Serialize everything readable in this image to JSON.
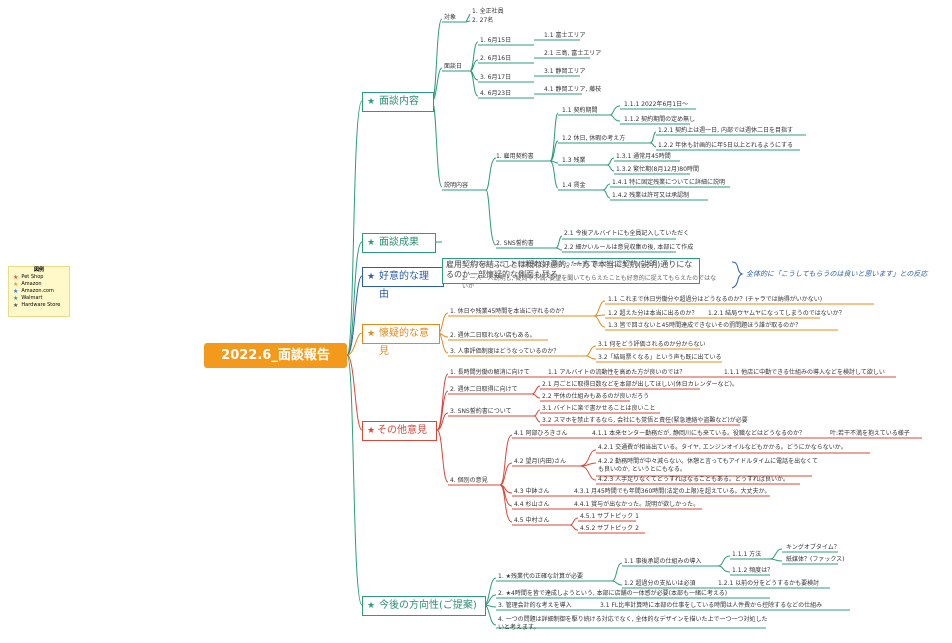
{
  "root": "2022.6_面談報告",
  "legend": {
    "title": "図例",
    "items": [
      {
        "label": "Pet Shop",
        "color": "#e84a3c"
      },
      {
        "label": "Amazon",
        "color": "#f39a1d"
      },
      {
        "label": "Amazon.com",
        "color": "#2e7fd6"
      },
      {
        "label": "Walmart",
        "color": "#2d9b7c"
      },
      {
        "label": "Hardware Store",
        "color": "#555555"
      }
    ]
  },
  "colors": {
    "green": "#2d9b7c",
    "blue": "#2a5fa8",
    "orange": "#e38b19",
    "red": "#d6493a",
    "root": "#f39a1d"
  },
  "b1": {
    "label": "面談内容",
    "taisho": {
      "label": "対象",
      "items": [
        "1. 全正社員",
        "2. 27名"
      ]
    },
    "mendanbi": {
      "label": "面談日",
      "items": [
        {
          "d": "1. 6月15日",
          "area": "1.1 富士エリア"
        },
        {
          "d": "2. 6月16日",
          "area": "2.1 三島, 富士エリア"
        },
        {
          "d": "3. 6月17日",
          "area": "3.1 静岡エリア"
        },
        {
          "d": "4. 6月23日",
          "area": "4.1 静岡エリア, 藤枝"
        }
      ]
    },
    "setsumei": {
      "label": "説明内容",
      "koyo": "1. 雇用契約書",
      "kikan": "1.1 契約期間",
      "kikan_a": "1.1.1 2022年6月1日～",
      "kikan_b": "1.1.2 契約期間の定め無し",
      "kyujitsu": "1.2 休日, 休暇の考え方",
      "kyujitsu_a": "1.2.1 契約上は週一日, 内部では週休二日を目指す",
      "kyujitsu_b": "1.2.2 年休も計画的に年5日以上とれるようにする",
      "zangyo": "1.3 残業",
      "zangyo_a": "1.3.1 通常月45時間",
      "zangyo_b": "1.3.2 繁忙期(8月12月)80時間",
      "chingin": "1.4 賃金",
      "chingin_a": "1.4.1 特に固定残業についてに詳細に説明",
      "chingin_b": "1.4.2 残業は許可又は承認制",
      "sns": "2. SNS誓約書",
      "sns_a": "2.1 今後アルバイトにも全員記入していただく",
      "sns_b": "2.2 細かいルールは意見収集の後, 本部にて作成"
    }
  },
  "b2": {
    "label": "面談成果",
    "note": "雇用契約を結ぶことは概ね好意的。一方で本当に契約(説明)通りになるのか一部懐疑的な側面も残る。"
  },
  "b3": {
    "label": "好意的な理由",
    "items": [
      "1. これまでこうした約束(契約)も無かったため, 第一歩と捉えてもらえた",
      "2. 一人一人説明し, 疑問や不満, 要望を聞いてもらえたことも好意的に捉えてもらえたのではないか"
    ],
    "summary": "全体的に「こうしてもらうのは良いと思います」との反応"
  },
  "b4": {
    "label": "懐疑的な意見",
    "q1": "1. 休日や残業45時間を本当に守れるのか？",
    "q1a": "1.1 これまで休日労働分や超過分はどうなるのか？(チャラでは納得がいかない)",
    "q1b": "1.2 超えた分は本当に出るのか？",
    "q1b1": "1.2.1 結局ウヤムヤになってしまうのではないか？",
    "q1c": "1.3 皆で回さないと45時間達成できないその罰問題ほう誰が取るのか？",
    "q2": "2. 週休二日取れない店もある。",
    "q3": "3. 人事評価制度はどうなっているのか？",
    "q3a": "3.1 何をどう評価されるのか分からない",
    "q3b": "3.2「結局票くなる」という声も既に出ている"
  },
  "b5": {
    "label": "その他意見",
    "s1": "1. 長時間労働の解消に向けて",
    "s1a": "1.1 アルバイトの流動性を高めた方が良いのでは？",
    "s1a1": "1.1.1 他店に中勤できる仕組みの導入などを検討して欲しい",
    "s2": "2. 週休二日取得に向けて",
    "s2a": "2.1 月ごとに取得日数などを本部が出してほしい(休日カレンダーなど)。",
    "s2b": "2.2 平休の仕組みもあるのが良いだろう",
    "s3": "3. SNS誓約書について",
    "s3a": "3.1 バイトに楽で書かせることは良いこと",
    "s3b": "3.2 スマホを禁止するなら, 会社にも覚悟と責任(緊急連絡や盗難など)が必要",
    "s4": "4. 個別の意見",
    "p1": "4.1 阿部ひろきさん",
    "p1a": "4.1.1 本来センター勤務だが, 静岡川にも来ている。役職などはどうなるのか？",
    "p1b": "叶:若干不満を抱えている様子",
    "p2": "4.2 望月(内田)さん",
    "p2a": "4.2.1 交通費が相当出ている。タイヤ, エンジンオイルなどもかかる。どうにかならないか。",
    "p2b": "4.2.2 勤務時間が中々減らない。休憩と言ってもアイドルタイムに電話を出なくても良いのか, というとにもなる。",
    "p2c": "4.2.3 人手足りなくてどうすればなることもある。どうすれば良いか。",
    "p3": "4.3 中鉢さん",
    "p3a": "4.3.1 月45時間でも年間360時間(法定の上限)を超えている。大丈夫か。",
    "p4": "4.4 杉山さん",
    "p4a": "4.4.1 賞与が出なかった。説明が欲しかった。",
    "p5": "4.5 中村さん",
    "p5a": "4.5.1 サブトピック 1",
    "p5b": "4.5.2 サブトピック 2"
  },
  "b6": {
    "label": "今後の方向性(ご提案)",
    "r1": "1. ★残業代の正確な計算が必要",
    "r1a": "1.1 事後承認の仕組みの導入",
    "r1a1": "1.1.1 方法",
    "r1a1a": "キングオブタイム？",
    "r1a1b": "紙媒体？(ファックス)",
    "r1a2": "1.1.2 頻度は？",
    "r1b": "1.2 超過分の支払いは必須",
    "r1b1": "1.2.1 以前の分をどうするかも要検討",
    "r2": "2. ★4時間を皆で達成しようという, 本部に店舗の一体感が必要(本部も一緒に考える)",
    "r3": "3. 管理会計的な考えを導入",
    "r3a": "3.1 FL比率計算時に本部の仕事をしている時間は人件費から控除するなどの仕組み",
    "r4": "4. 一つの問題は詳細制御を駆り続ける対応でなく, 全体的なデザインを描いた上で一つ一つ対処したいと考えます。"
  }
}
